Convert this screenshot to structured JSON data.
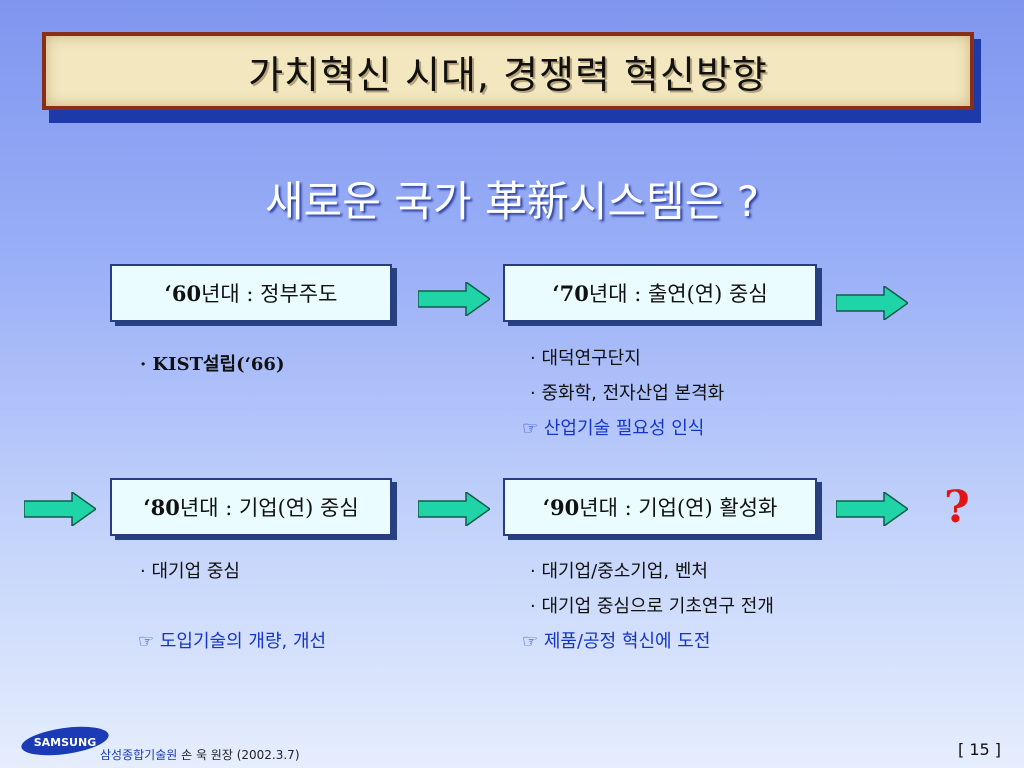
{
  "title": "가치혁신 시대, 경쟁력 혁신방향",
  "subtitle": "새로운 국가 革新시스템은 ?",
  "eras": [
    {
      "label_pre": "‘60",
      "label_post": "년대 : 정부주도"
    },
    {
      "label_pre": "‘70",
      "label_post": "년대 : 출연(연) 중심"
    },
    {
      "label_pre": "‘80",
      "label_post": "년대 : 기업(연) 중심"
    },
    {
      "label_pre": "‘90",
      "label_post": "년대 : 기업(연) 활성화"
    }
  ],
  "bullets": {
    "e60": [
      "· KIST설립(‘66)"
    ],
    "e70": [
      "· 대덕연구단지",
      "· 중화학, 전자산업 본격화"
    ],
    "e80": [
      "· 대기업 중심"
    ],
    "e90": [
      "· 대기업/중소기업, 벤처",
      "· 대기업 중심으로 기초연구 전개"
    ]
  },
  "notes": {
    "e70": "☞ 산업기술 필요성 인식",
    "e80": "☞ 도입기술의 개량, 개선",
    "e90": "☞ 제품/공정 혁신에 도전"
  },
  "question_mark": "?",
  "footer": {
    "org": "삼성종합기술원",
    "person": " 손 욱 원장 (2002.3.7)",
    "page": "[  15  ]",
    "logo_text": "SAMSUNG"
  },
  "colors": {
    "arrow_fill": "#1fd5a8",
    "accent_red": "#e01515",
    "note_blue": "#1435c7"
  }
}
